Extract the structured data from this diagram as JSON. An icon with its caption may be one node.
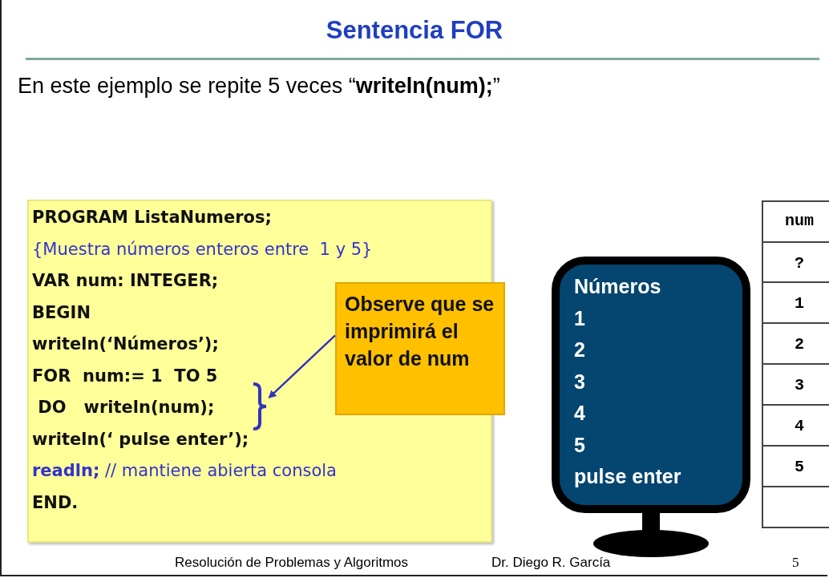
{
  "diagram": {
    "title": "Sentencia FOR",
    "nodes": [
      {
        "text": [
          "PROGRAM ListaNumeros;",
          "{Muestra números enteros entre  1 y 5}",
          "VAR num: INTEGER;",
          "BEGIN",
          "writeln(‘Números’);",
          "FOR  num:= 1  TO 5",
          " DO   writeln(num);",
          "writeln(‘ pulse enter’);",
          "**readln;** // mantiene abierta consola",
          "END."
        ]
      },
      {
        "text": [
          "Observe que se imprimirá el valor de num"
        ],
        "in": 0
      },
      {
        "text": [],
        "shape": "bracket",
        "in": 0
      },
      {
        "text": [
          "Números",
          "1",
          "2",
          "3",
          "4",
          "5",
          "pulse enter"
        ]
      }
    ],
    "edges": [
      {
        "from": 1,
        "to": 2,
        "arrow": "to"
      }
    ],
    "labels": [
      "En este ejemplo se repite  5 veces “**writeln(num);**”",
      "num",
      "?",
      "1",
      "2",
      "3",
      "4",
      "5",
      "Resolución de Problemas y Algoritmos",
      "Dr. Diego R. García",
      "5"
    ]
  }
}
